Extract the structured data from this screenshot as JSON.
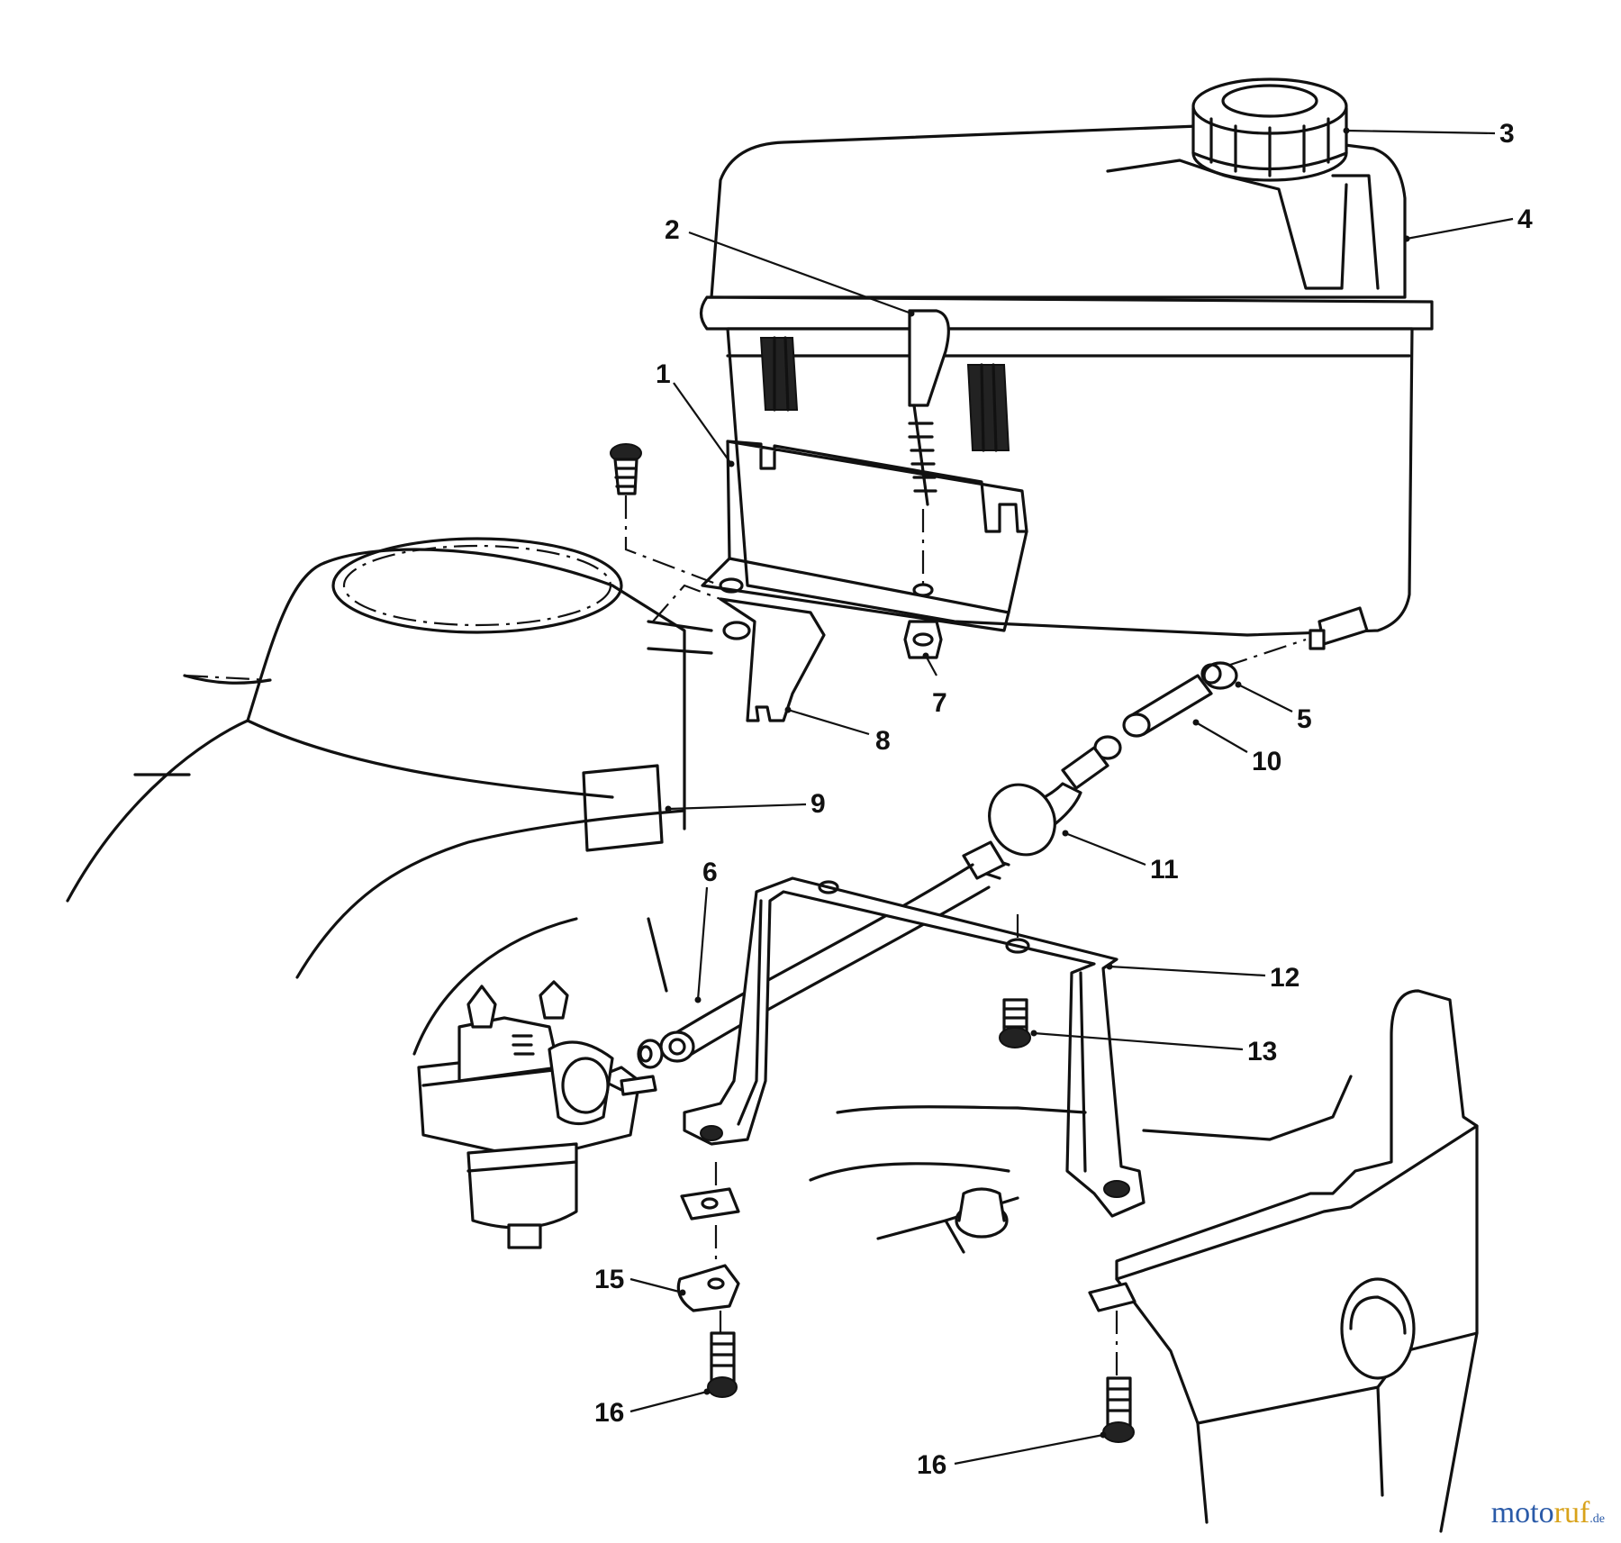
{
  "callouts": [
    {
      "label": "1"
    },
    {
      "label": "2"
    },
    {
      "label": "3"
    },
    {
      "label": "4"
    },
    {
      "label": "5"
    },
    {
      "label": "6"
    },
    {
      "label": "7"
    },
    {
      "label": "8"
    },
    {
      "label": "9"
    },
    {
      "label": "10"
    },
    {
      "label": "11"
    },
    {
      "label": "12"
    },
    {
      "label": "13"
    },
    {
      "label": "15"
    },
    {
      "label": "16"
    },
    {
      "label": "16"
    }
  ],
  "watermark": {
    "part1": "moto",
    "part2": "ruf",
    "part3": ".de"
  }
}
